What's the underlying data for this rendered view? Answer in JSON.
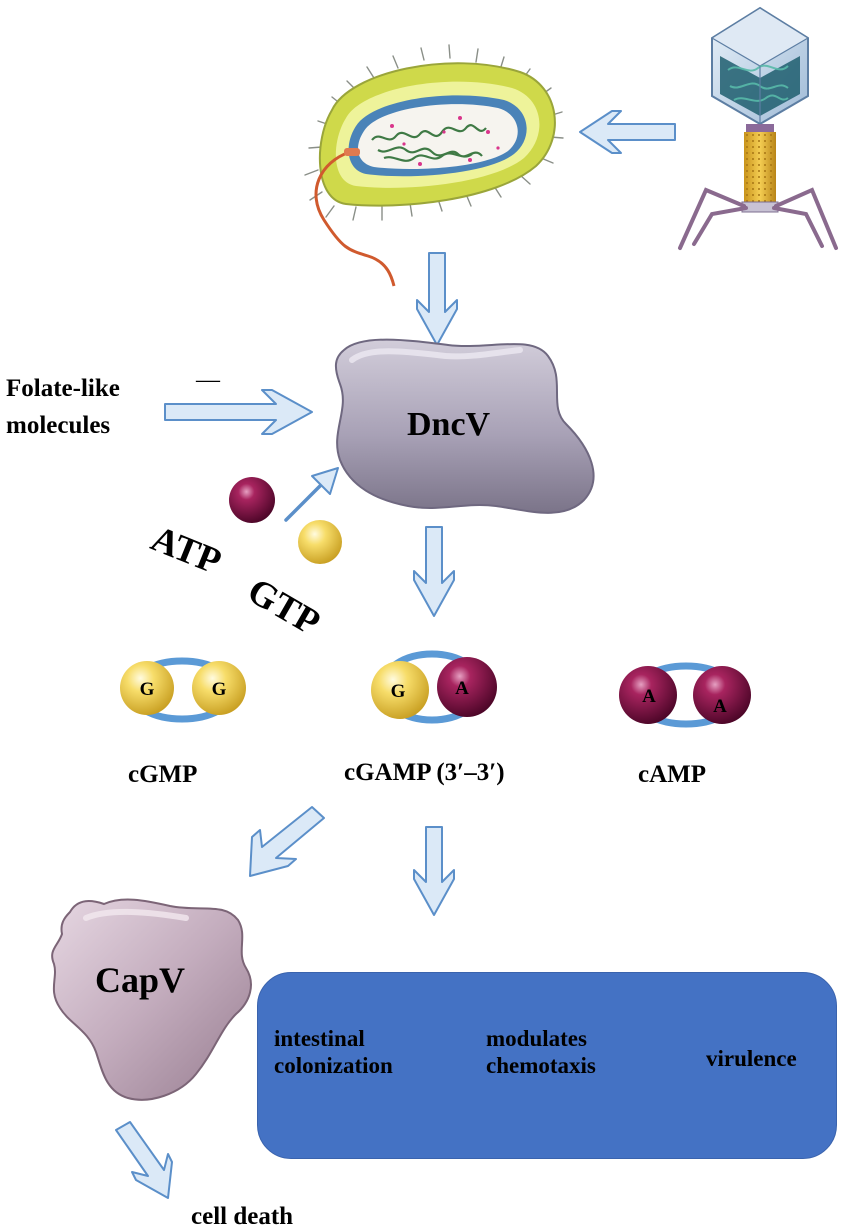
{
  "labels": {
    "folate_line1": "Folate-like",
    "folate_line2": "molecules",
    "inhibit_mark": "—",
    "dncv": "DncV",
    "atp": "ATP",
    "gtp": "GTP",
    "cgmp": "cGMP",
    "cgamp": "cGAMP (3′–3′)",
    "camp": "cAMP",
    "capv": "CapV",
    "cell_death": "cell death"
  },
  "nucleotide_letters": {
    "g": "G",
    "a": "A"
  },
  "outcomes": {
    "item1": "intestinal\ncolonization",
    "item2": "modulates\nchemotaxis",
    "item3": "virulence"
  },
  "colors": {
    "arrow_fill": "#dbe9f7",
    "arrow_stroke": "#5b8fc9",
    "dncv_fill": "#a8a1b6",
    "capv_fill": "#c3acbd",
    "atp_ball": "#7a0f45",
    "gtp_ball": "#f2d24a",
    "box_fill": "#4472c4"
  }
}
